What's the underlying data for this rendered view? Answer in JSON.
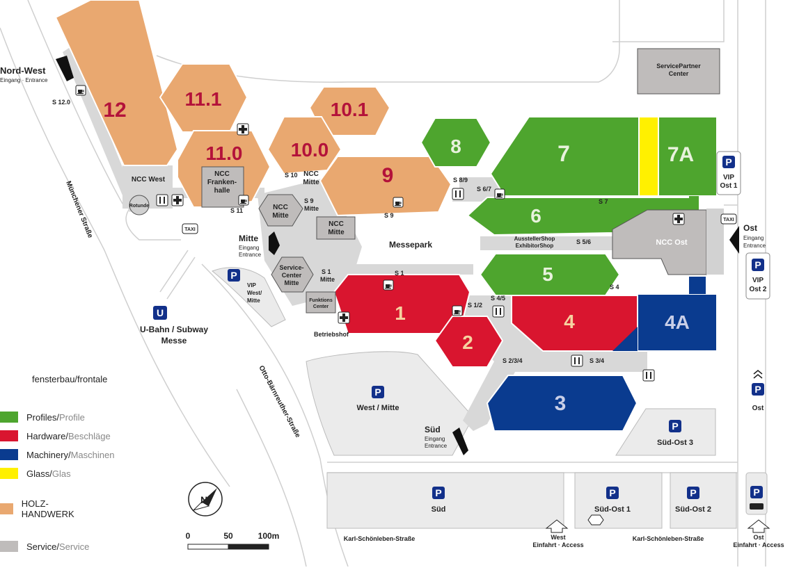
{
  "colors": {
    "profiles": "#4ea52e",
    "hardware": "#d9152f",
    "machinery": "#0a3b8f",
    "glass": "#fff000",
    "holz": "#e9a870",
    "service": "#bfbcbb",
    "road": "#e8e8e8",
    "path": "#d6d6d6",
    "hall_text_holz": "#b3123a",
    "hall_text_profiles": "#e8f2dc",
    "hall_text_hardware": "#f6d2a0",
    "hall_text_machinery": "#c9cfe8"
  },
  "halls": {
    "h12": "12",
    "h11_1": "11.1",
    "h11_0": "11.0",
    "h10_1": "10.1",
    "h10_0": "10.0",
    "h9": "9",
    "h8": "8",
    "h7": "7",
    "h7a": "7A",
    "h6": "6",
    "h5": "5",
    "h4": "4",
    "h4a": "4A",
    "h1": "1",
    "h2": "2",
    "h3": "3"
  },
  "labels": {
    "service_partner_1": "ServicePartner",
    "service_partner_2": "Center",
    "ncc_west": "NCC West",
    "rotunde": "Rotunde",
    "ncc_franken_1": "NCC",
    "ncc_franken_2": "Franken-",
    "ncc_franken_3": "halle",
    "ncc_mitte_a1": "NCC",
    "ncc_mitte_a2": "Mitte",
    "ncc_mitte_b1": "NCC",
    "ncc_mitte_b2": "Mitte",
    "ncc_mitte_c1": "NCC",
    "ncc_mitte_c2": "Mitte",
    "ncc_ost": "NCC Ost",
    "messepark": "Messepark",
    "service_center_1": "Service-",
    "service_center_2": "Center",
    "service_center_3": "Mitte",
    "funktions_1": "Funktions",
    "funktions_2": "Center",
    "betriebshof": "Betriebshof",
    "aussteller_1": "AusstellerShop",
    "aussteller_2": "ExhibitorShop",
    "muenchener": "Münchener Straße",
    "otto": "Otto-Bärnreuther-Straße",
    "karl_1": "Karl-Schönleben-Straße",
    "karl_2": "Karl-Schönleben-Straße",
    "taxi_1": "TAXI",
    "taxi_2": "TAXI",
    "ubahn_1": "U-Bahn / Subway",
    "ubahn_2": "Messe",
    "ubahn_icon": "U",
    "vip_west_1": "VIP",
    "vip_west_2": "West/",
    "vip_west_3": "Mitte",
    "vip_ost1_1": "VIP",
    "vip_ost1_2": "Ost 1",
    "vip_ost2_1": "VIP",
    "vip_ost2_2": "Ost 2",
    "p_letter": "P",
    "p_west_mitte": "West / Mitte",
    "p_sued": "Süd",
    "p_suedost1": "Süd-Ost 1",
    "p_suedost2": "Süd-Ost 2",
    "p_suedost3": "Süd-Ost 3",
    "p_ost": "Ost"
  },
  "entrances": {
    "nordwest_1": "Nord-West",
    "nordwest_2": "Eingang · Entrance",
    "mitte_1": "Mitte",
    "mitte_2": "Eingang",
    "mitte_3": "Entrance",
    "sued_1": "Süd",
    "sued_2": "Eingang",
    "sued_3": "Entrance",
    "ost_1": "Ost",
    "ost_2": "Eingang",
    "ost_3": "Entrance",
    "west_access_1": "West",
    "west_access_2": "Einfahrt · Access",
    "ost_access_1": "Ost",
    "ost_access_2": "Einfahrt · Access"
  },
  "passages": {
    "s12": "S 12.0",
    "s10": "S 10",
    "s11": "S 11",
    "s9m": "S 9",
    "s9m_2": "Mitte",
    "s9": "S 9",
    "s89": "S 8/9",
    "s67": "S 6/7",
    "s7": "S 7",
    "s56": "S 5/6",
    "s4": "S 4",
    "s1m": "S 1",
    "s1m_2": "Mitte",
    "s1": "S 1",
    "s12b": "S 1/2",
    "s45": "S 4/5",
    "s234": "S 2/3/4",
    "s34": "S 3/4"
  },
  "legend": {
    "title": "fensterbau/frontale",
    "items": [
      {
        "en": "Profiles",
        "de": "Profile",
        "color": "#4ea52e"
      },
      {
        "en": "Hardware",
        "de": "Beschläge",
        "color": "#d9152f"
      },
      {
        "en": "Machinery",
        "de": "Maschinen",
        "color": "#0a3b8f"
      },
      {
        "en": "Glass",
        "de": "Glas",
        "color": "#fff000"
      },
      {
        "en": "HOLZ-HANDWERK",
        "de": "",
        "color": "#e9a870"
      },
      {
        "en": "Service",
        "de": "Service",
        "color": "#bfbcbb"
      }
    ]
  },
  "scale": {
    "t0": "0",
    "t50": "50",
    "t100": "100m",
    "compass": "N"
  },
  "icons": {
    "cafe": "cafe-icon",
    "restaurant": "restaurant-icon",
    "first_aid": "first-aid-icon",
    "entrance": "entrance-arrow-icon",
    "parking": "parking-icon",
    "subway": "subway-icon",
    "taxi": "taxi-icon",
    "bus": "bus-icon",
    "compass": "compass-icon"
  }
}
